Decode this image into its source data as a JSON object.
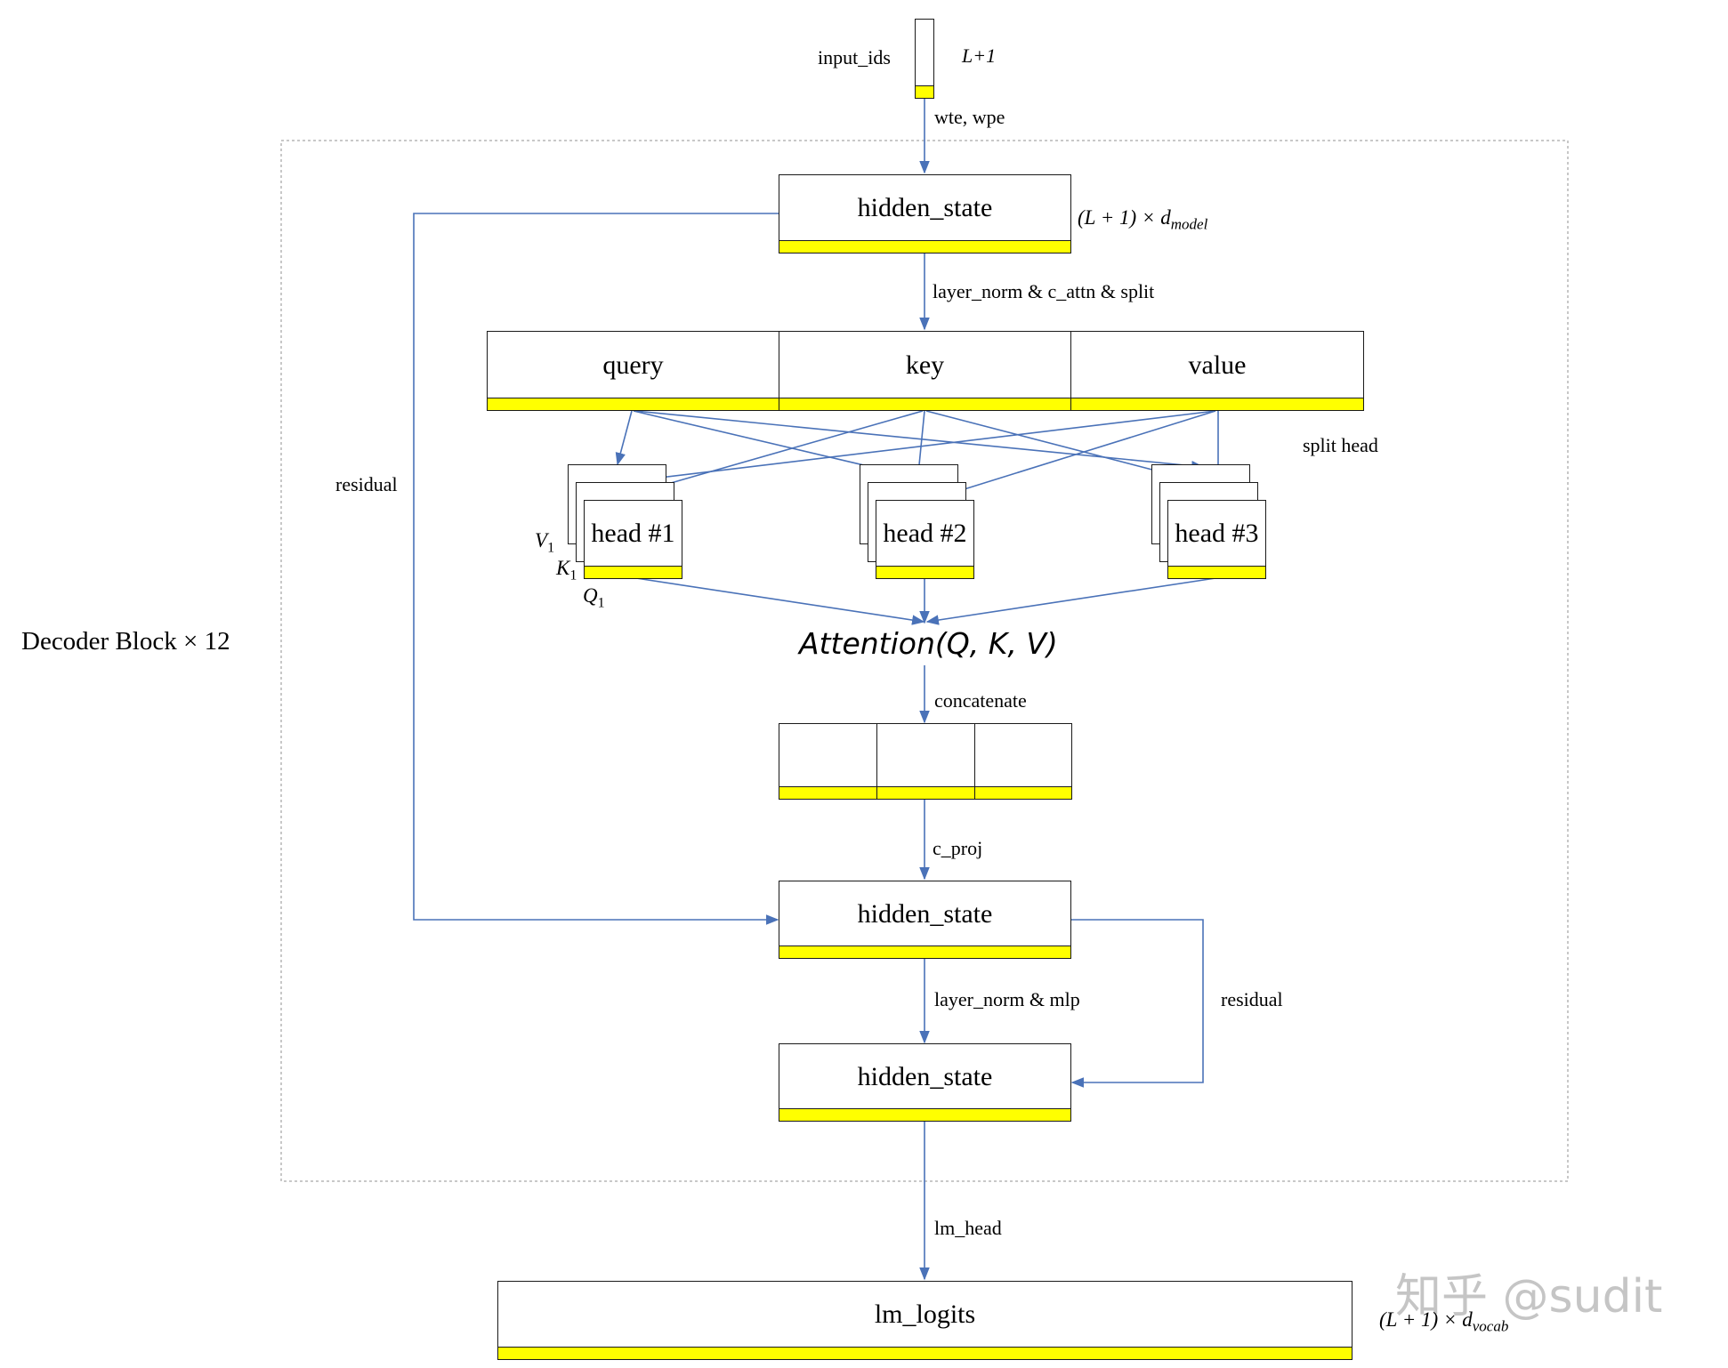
{
  "diagram": {
    "input_label": "input_ids",
    "input_dim": "L+1",
    "embed_label": "wte, wpe",
    "block_label": "Decoder Block × 12",
    "hidden_state_label": "hidden_state",
    "hidden_dim_prefix": "(L + 1) × d",
    "hidden_dim_sub": "model",
    "ln_attn_label": "layer_norm & c_attn & split",
    "qkv": [
      "query",
      "key",
      "value"
    ],
    "split_head_label": "split head",
    "heads": [
      "head #1",
      "head #2",
      "head #3"
    ],
    "v_sym": "V",
    "k_sym": "K",
    "q_sym": "Q",
    "sub_index": "1",
    "attention_formula": "Attention(Q, K, V)",
    "concat_label": "concatenate",
    "cproj_label": "c_proj",
    "residual_label": "residual",
    "ln_mlp_label": "layer_norm & mlp",
    "lm_head_label": "lm_head",
    "lm_logits_label": "lm_logits",
    "vocab_dim_prefix": "(L + 1) × d",
    "vocab_dim_sub": "vocab",
    "watermark": "知乎 @sudit"
  },
  "colors": {
    "arrow": "#4a72b8",
    "highlight": "#ffff00",
    "border": "#1a1a1a"
  }
}
